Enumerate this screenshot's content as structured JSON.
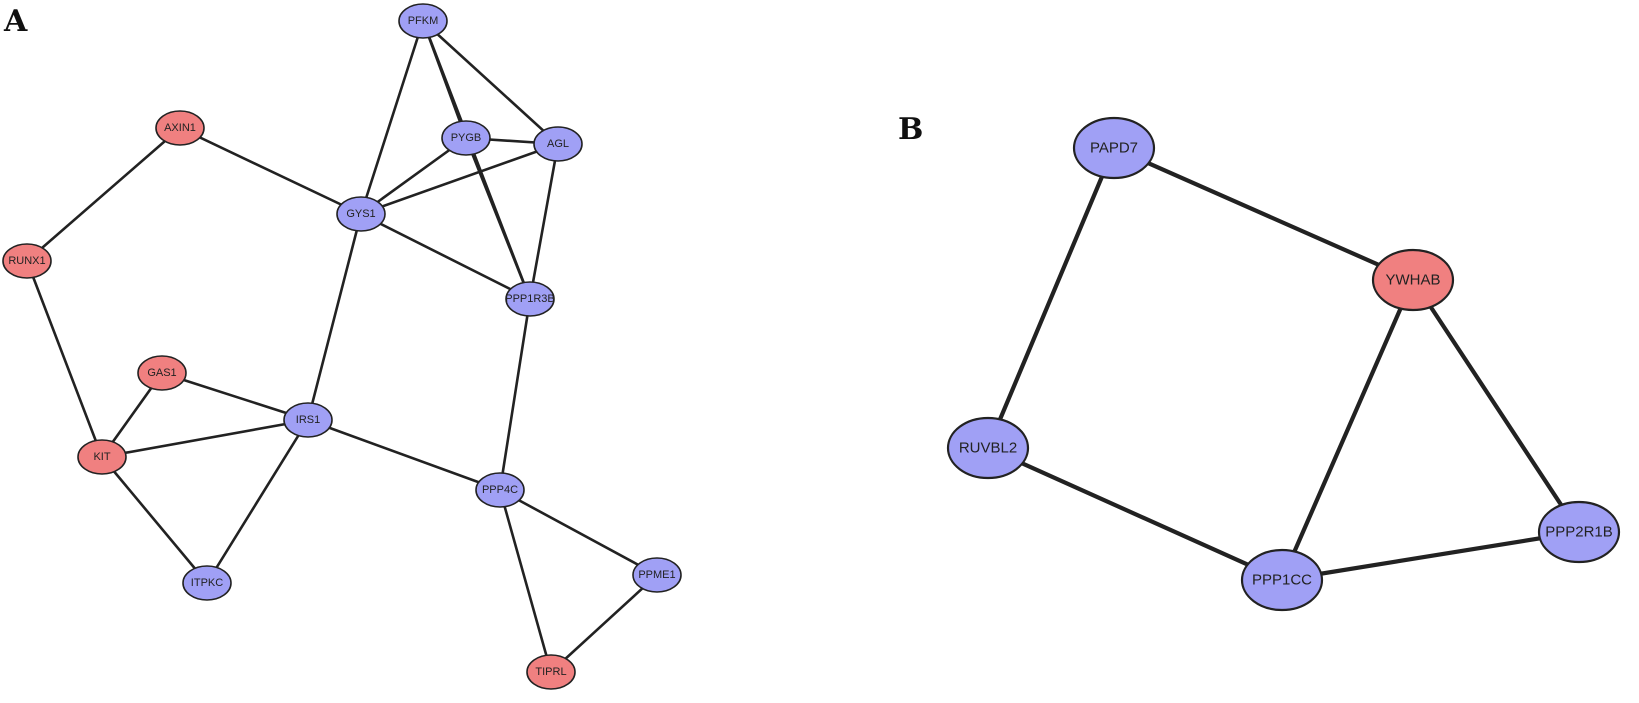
{
  "panels": [
    {
      "label": "A",
      "nodes": [
        {
          "id": "PFKM",
          "label": "PFKM",
          "group": "down"
        },
        {
          "id": "AXIN1",
          "label": "AXIN1",
          "group": "up"
        },
        {
          "id": "PYGB",
          "label": "PYGB",
          "group": "down"
        },
        {
          "id": "AGL",
          "label": "AGL",
          "group": "down"
        },
        {
          "id": "GYS1",
          "label": "GYS1",
          "group": "down"
        },
        {
          "id": "RUNX1",
          "label": "RUNX1",
          "group": "up"
        },
        {
          "id": "PPP1R3B",
          "label": "PPP1R3B",
          "group": "down"
        },
        {
          "id": "GAS1",
          "label": "GAS1",
          "group": "up"
        },
        {
          "id": "IRS1",
          "label": "IRS1",
          "group": "down"
        },
        {
          "id": "KIT",
          "label": "KIT",
          "group": "up"
        },
        {
          "id": "PPP4C",
          "label": "PPP4C",
          "group": "down"
        },
        {
          "id": "PPME1",
          "label": "PPME1",
          "group": "down"
        },
        {
          "id": "ITPKC",
          "label": "ITPKC",
          "group": "down"
        },
        {
          "id": "TIPRL",
          "label": "TIPRL",
          "group": "up"
        }
      ],
      "edges": [
        [
          "PFKM",
          "PYGB"
        ],
        [
          "PFKM",
          "AGL"
        ],
        [
          "PFKM",
          "GYS1"
        ],
        [
          "PFKM",
          "PPP1R3B"
        ],
        [
          "PYGB",
          "AGL"
        ],
        [
          "PYGB",
          "GYS1"
        ],
        [
          "PYGB",
          "PPP1R3B"
        ],
        [
          "AGL",
          "GYS1"
        ],
        [
          "AGL",
          "PPP1R3B"
        ],
        [
          "AXIN1",
          "GYS1"
        ],
        [
          "AXIN1",
          "RUNX1"
        ],
        [
          "GYS1",
          "PPP1R3B"
        ],
        [
          "GYS1",
          "IRS1"
        ],
        [
          "RUNX1",
          "KIT"
        ],
        [
          "GAS1",
          "KIT"
        ],
        [
          "GAS1",
          "IRS1"
        ],
        [
          "KIT",
          "IRS1"
        ],
        [
          "KIT",
          "ITPKC"
        ],
        [
          "IRS1",
          "ITPKC"
        ],
        [
          "IRS1",
          "PPP4C"
        ],
        [
          "PPP1R3B",
          "PPP4C"
        ],
        [
          "PPP4C",
          "PPME1"
        ],
        [
          "PPP4C",
          "TIPRL"
        ],
        [
          "PPME1",
          "TIPRL"
        ]
      ]
    },
    {
      "label": "B",
      "nodes": [
        {
          "id": "PAPD7",
          "label": "PAPD7",
          "group": "down"
        },
        {
          "id": "YWHAB",
          "label": "YWHAB",
          "group": "up"
        },
        {
          "id": "RUVBL2",
          "label": "RUVBL2",
          "group": "down"
        },
        {
          "id": "PPP2R1B",
          "label": "PPP2R1B",
          "group": "down"
        },
        {
          "id": "PPP1CC",
          "label": "PPP1CC",
          "group": "down"
        }
      ],
      "edges": [
        [
          "PAPD7",
          "YWHAB"
        ],
        [
          "PAPD7",
          "RUVBL2"
        ],
        [
          "YWHAB",
          "PPP1CC"
        ],
        [
          "YWHAB",
          "PPP2R1B"
        ],
        [
          "RUVBL2",
          "PPP1CC"
        ],
        [
          "PPP1CC",
          "PPP2R1B"
        ]
      ]
    }
  ],
  "colors": {
    "up": "#f08080",
    "down": "#a0a0f5",
    "stroke": "#222222",
    "edge": "#222222"
  }
}
